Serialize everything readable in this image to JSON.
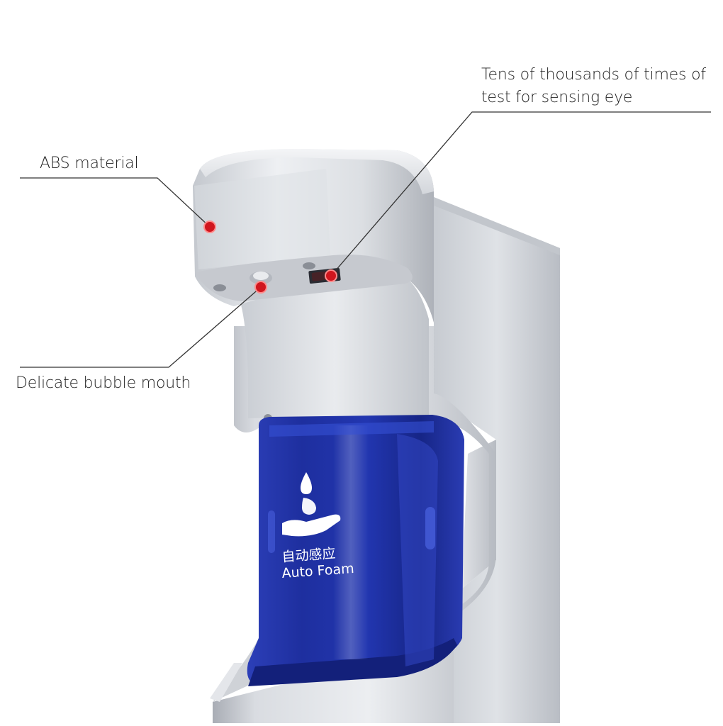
{
  "callouts": {
    "abs_material": "ABS material",
    "sensing_eye_line1": "Tens of thousands of times of",
    "sensing_eye_line2": "test for sensing eye",
    "bubble_mouth": "Delicate bubble mouth"
  },
  "product": {
    "label_chinese": "自动感应",
    "label_english": "Auto Foam",
    "icon": "hand-drop-icon"
  },
  "colors": {
    "marker_red": "#d0161e",
    "leader_line": "#333333",
    "body_silver": "#d6d9de",
    "tank_blue": "#1d2f9a"
  }
}
